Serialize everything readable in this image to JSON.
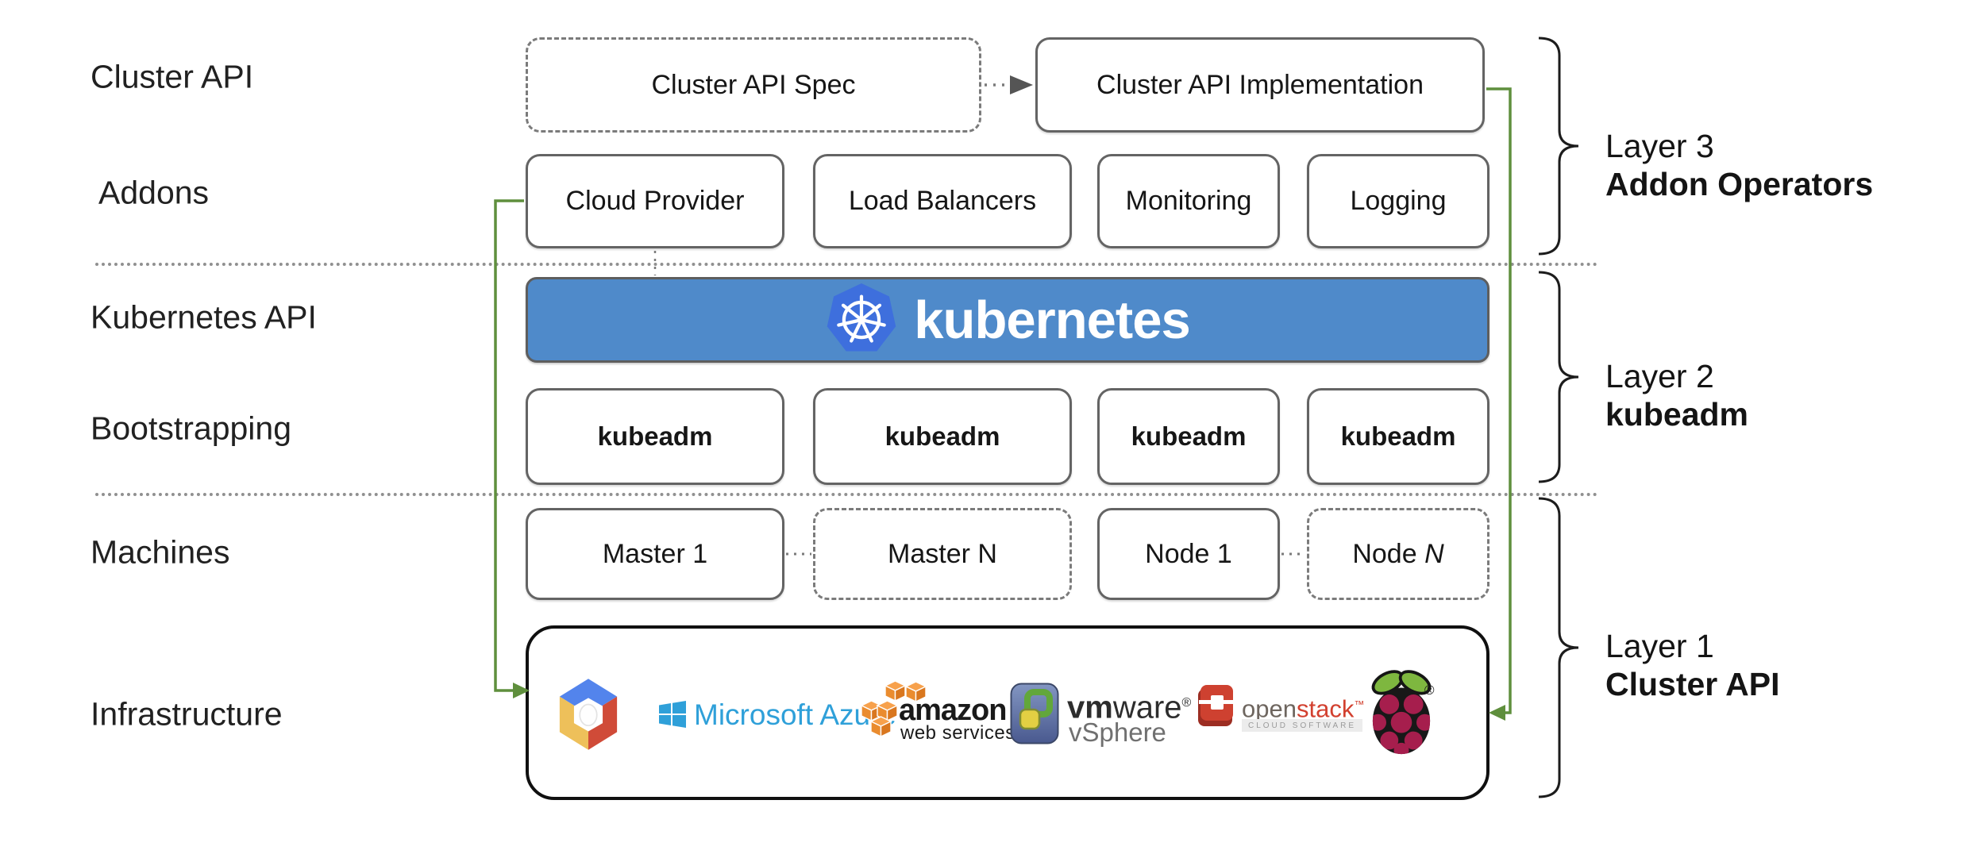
{
  "rows": {
    "cluster_api": {
      "label": "Cluster API",
      "spec": "Cluster API Spec",
      "impl": "Cluster API Implementation"
    },
    "addons": {
      "label": "Addons",
      "boxes": [
        "Cloud Provider",
        "Load Balancers",
        "Monitoring",
        "Logging"
      ]
    },
    "kubernetes_api": {
      "label": "Kubernetes API",
      "wordmark": "kubernetes"
    },
    "bootstrapping": {
      "label": "Bootstrapping",
      "boxes": [
        "kubeadm",
        "kubeadm",
        "kubeadm",
        "kubeadm"
      ]
    },
    "machines": {
      "label": "Machines",
      "master1": "Master 1",
      "masterN": "Master N",
      "node1": "Node 1",
      "nodeN": {
        "prefix": "Node ",
        "n": "N"
      }
    },
    "infrastructure": {
      "label": "Infrastructure"
    }
  },
  "layers": [
    {
      "title": "Layer 3",
      "subtitle": "Addon Operators"
    },
    {
      "title": "Layer 2",
      "subtitle": "kubeadm"
    },
    {
      "title": "Layer 1",
      "subtitle": "Cluster API"
    }
  ],
  "logos": {
    "azure": {
      "text": "Microsoft Azure"
    },
    "aws": {
      "line1": "amazon",
      "line2": "web services"
    },
    "vmware": {
      "vm": "vm",
      "ware": "ware",
      "reg": "®",
      "product": "vSphere"
    },
    "openstack": {
      "open": "open",
      "stack": "stack",
      "tm": "™",
      "tagline": "CLOUD SOFTWARE"
    },
    "raspberry_pi": {
      "reg": "®"
    }
  },
  "colors": {
    "banner_blue": "#4f8aca",
    "kubernetes_logo_blue": "#3e6fdd",
    "connector_green": "#5f8f3d",
    "azure_blue": "#2fa0d9",
    "aws_orange": "#ef9631",
    "openstack_red": "#d2402f",
    "raspberry_crimson": "#a61e4d"
  }
}
